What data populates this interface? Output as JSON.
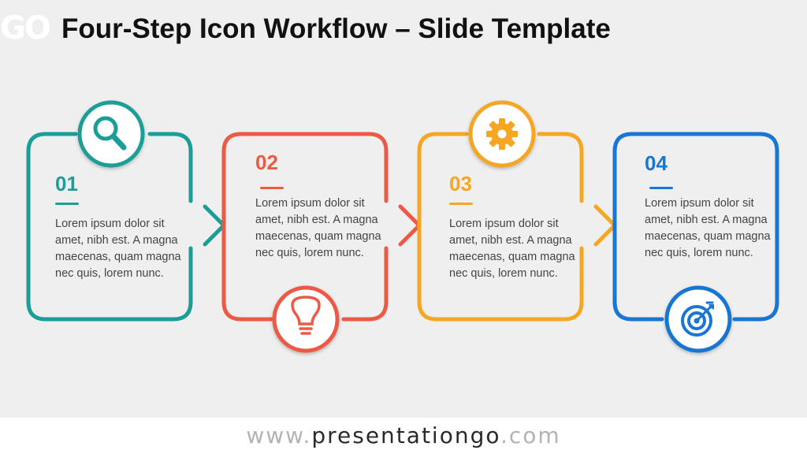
{
  "header": {
    "logo_text": "GO",
    "title": "Four-Step Icon Workflow – Slide Template"
  },
  "steps": [
    {
      "number": "01",
      "text": "Lorem ipsum dolor sit amet, nibh est. A magna maecenas, quam magna nec quis, lorem nunc.",
      "icon": "magnifier-icon",
      "color": "#1a9e97"
    },
    {
      "number": "02",
      "text": "Lorem ipsum dolor sit amet, nibh est. A magna maecenas, quam magna nec quis, lorem nunc.",
      "icon": "lightbulb-icon",
      "color": "#ec5a45"
    },
    {
      "number": "03",
      "text": "Lorem ipsum dolor sit amet, nibh est. A magna maecenas, quam magna nec quis, lorem nunc.",
      "icon": "gear-icon",
      "color": "#f5a623"
    },
    {
      "number": "04",
      "text": "Lorem ipsum dolor sit amet, nibh est. A magna maecenas, quam magna nec quis, lorem nunc.",
      "icon": "target-icon",
      "color": "#1976d2"
    }
  ],
  "footer": {
    "prefix": "www.",
    "brand": "presentationgo",
    "suffix": ".com"
  }
}
